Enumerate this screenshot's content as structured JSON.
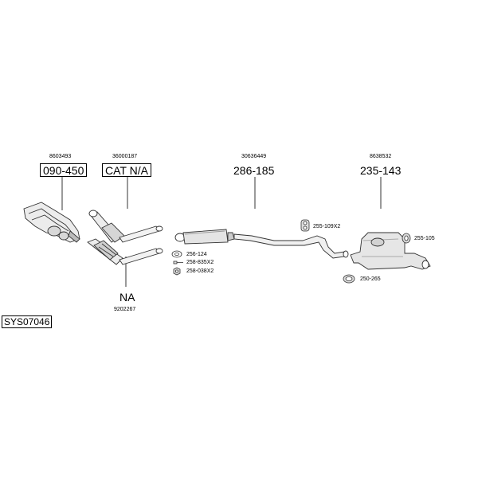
{
  "diagram_id": "SYS07046",
  "parts": [
    {
      "key": "manifold",
      "oem": "8603493",
      "code": "090-450",
      "boxed": true
    },
    {
      "key": "catalyst",
      "oem": "36000187",
      "code": "CAT N/A",
      "boxed": true
    },
    {
      "key": "front_pipe",
      "oem": "9202267",
      "code": "NA",
      "boxed": false
    },
    {
      "key": "middle_silencer",
      "oem": "30636449",
      "code": "286-185",
      "boxed": false
    },
    {
      "key": "rear_silencer",
      "oem": "8638532",
      "code": "235-143",
      "boxed": false
    }
  ],
  "accessories": [
    {
      "key": "gasket",
      "code": "256-124"
    },
    {
      "key": "bolt",
      "code": "258-835X2"
    },
    {
      "key": "nut",
      "code": "258-038X2"
    },
    {
      "key": "rubber_mount",
      "code": "255-109X2"
    },
    {
      "key": "ring_mount",
      "code": "255-105"
    },
    {
      "key": "clamp",
      "code": "250-265"
    }
  ]
}
